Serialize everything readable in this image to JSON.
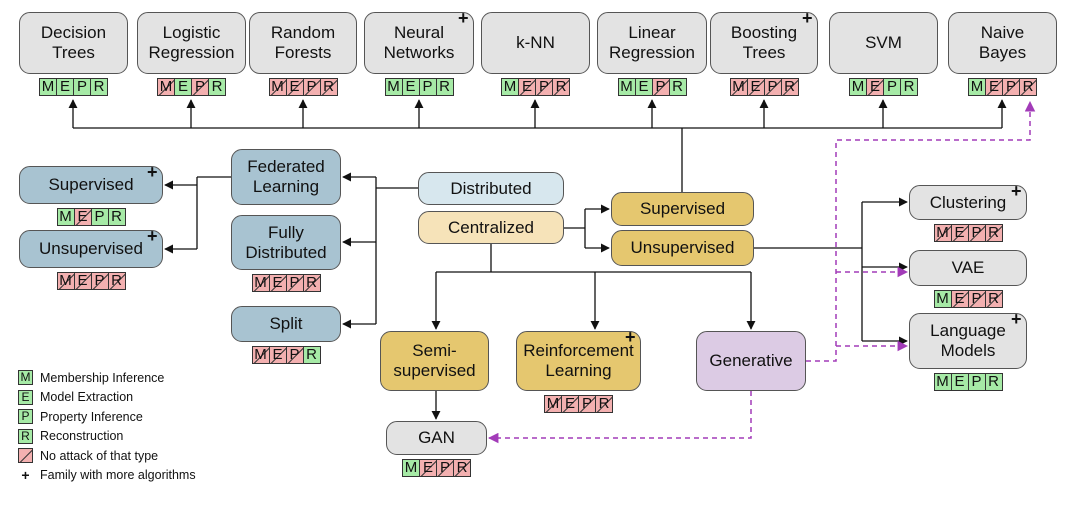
{
  "nodes": [
    {
      "id": "decision_trees",
      "label": "Decision\nTrees",
      "attacks": [
        "M",
        "E",
        "P",
        "R"
      ],
      "types": [
        1,
        1,
        1,
        1
      ],
      "plus": false
    },
    {
      "id": "logistic_regression",
      "label": "Logistic\nRegression",
      "attacks": [
        "M",
        "E",
        "P",
        "R"
      ],
      "types": [
        0,
        1,
        0,
        1
      ],
      "plus": false
    },
    {
      "id": "random_forests",
      "label": "Random\nForests",
      "attacks": [
        "M",
        "E",
        "P",
        "R"
      ],
      "types": [
        0,
        0,
        0,
        0
      ],
      "plus": false
    },
    {
      "id": "neural_networks",
      "label": "Neural\nNetworks",
      "attacks": [
        "M",
        "E",
        "P",
        "R"
      ],
      "types": [
        1,
        1,
        1,
        1
      ],
      "plus": true
    },
    {
      "id": "knn",
      "label": "k-NN",
      "attacks": [
        "M",
        "E",
        "P",
        "R"
      ],
      "types": [
        1,
        0,
        0,
        0
      ],
      "plus": false
    },
    {
      "id": "linear_regression",
      "label": "Linear\nRegression",
      "attacks": [
        "M",
        "E",
        "P",
        "R"
      ],
      "types": [
        1,
        1,
        0,
        1
      ],
      "plus": false
    },
    {
      "id": "boosting_trees",
      "label": "Boosting\nTrees",
      "attacks": [
        "M",
        "E",
        "P",
        "R"
      ],
      "types": [
        0,
        0,
        0,
        0
      ],
      "plus": true
    },
    {
      "id": "svm",
      "label": "SVM",
      "attacks": [
        "M",
        "E",
        "P",
        "R"
      ],
      "types": [
        1,
        0,
        1,
        1
      ],
      "plus": false
    },
    {
      "id": "naive_bayes",
      "label": "Naive\nBayes",
      "attacks": [
        "M",
        "E",
        "P",
        "R"
      ],
      "types": [
        1,
        0,
        0,
        0
      ],
      "plus": false
    },
    {
      "id": "fed_supervised",
      "label": "Supervised",
      "attacks": [
        "M",
        "E",
        "P",
        "R"
      ],
      "types": [
        1,
        0,
        1,
        1
      ],
      "plus": true
    },
    {
      "id": "fed_unsupervised",
      "label": "Unsupervised",
      "attacks": [
        "M",
        "E",
        "P",
        "R"
      ],
      "types": [
        0,
        0,
        0,
        0
      ],
      "plus": true
    },
    {
      "id": "federated_learning",
      "label": "Federated\nLearning",
      "attacks": [],
      "types": [],
      "plus": false
    },
    {
      "id": "fully_distributed",
      "label": "Fully\nDistributed",
      "attacks": [
        "M",
        "E",
        "P",
        "R"
      ],
      "types": [
        0,
        0,
        0,
        0
      ],
      "plus": false
    },
    {
      "id": "split",
      "label": "Split",
      "attacks": [
        "M",
        "E",
        "P",
        "R"
      ],
      "types": [
        0,
        0,
        0,
        1
      ],
      "plus": false
    },
    {
      "id": "distributed",
      "label": "Distributed",
      "attacks": [],
      "types": [],
      "plus": false
    },
    {
      "id": "centralized",
      "label": "Centralized",
      "attacks": [],
      "types": [],
      "plus": false
    },
    {
      "id": "supervised",
      "label": "Supervised",
      "attacks": [],
      "types": [],
      "plus": false
    },
    {
      "id": "unsupervised",
      "label": "Unsupervised",
      "attacks": [],
      "types": [],
      "plus": false
    },
    {
      "id": "clustering",
      "label": "Clustering",
      "attacks": [
        "M",
        "E",
        "P",
        "R"
      ],
      "types": [
        0,
        0,
        0,
        0
      ],
      "plus": true
    },
    {
      "id": "vae",
      "label": "VAE",
      "attacks": [
        "M",
        "E",
        "P",
        "R"
      ],
      "types": [
        1,
        0,
        0,
        0
      ],
      "plus": false
    },
    {
      "id": "language_models",
      "label": "Language\nModels",
      "attacks": [
        "M",
        "E",
        "P",
        "R"
      ],
      "types": [
        1,
        1,
        1,
        1
      ],
      "plus": true
    },
    {
      "id": "semi_supervised",
      "label": "Semi-\nsupervised",
      "attacks": [],
      "types": [],
      "plus": false
    },
    {
      "id": "reinforcement_learning",
      "label": "Reinforcement\nLearning",
      "attacks": [
        "M",
        "E",
        "P",
        "R"
      ],
      "types": [
        0,
        0,
        0,
        0
      ],
      "plus": true
    },
    {
      "id": "generative",
      "label": "Generative",
      "attacks": [],
      "types": [],
      "plus": false
    },
    {
      "id": "gan",
      "label": "GAN",
      "attacks": [
        "M",
        "E",
        "P",
        "R"
      ],
      "types": [
        1,
        0,
        0,
        0
      ],
      "plus": false
    }
  ],
  "legend": {
    "items": [
      {
        "badge": "M",
        "style": "yes",
        "text": "Membership Inference"
      },
      {
        "badge": "E",
        "style": "yes",
        "text": "Model Extraction"
      },
      {
        "badge": "P",
        "style": "yes",
        "text": "Property Inference"
      },
      {
        "badge": "R",
        "style": "yes",
        "text": "Reconstruction"
      },
      {
        "badge": "",
        "style": "no",
        "text": "No attack of that type"
      },
      {
        "badge": "+",
        "style": "plus",
        "text": "Family with more algorithms"
      }
    ]
  },
  "colors": {
    "attack_present": "#a6eaa6",
    "attack_absent": "#f3b0b0",
    "dashed_link": "#a23bb8",
    "line": "#111111"
  }
}
